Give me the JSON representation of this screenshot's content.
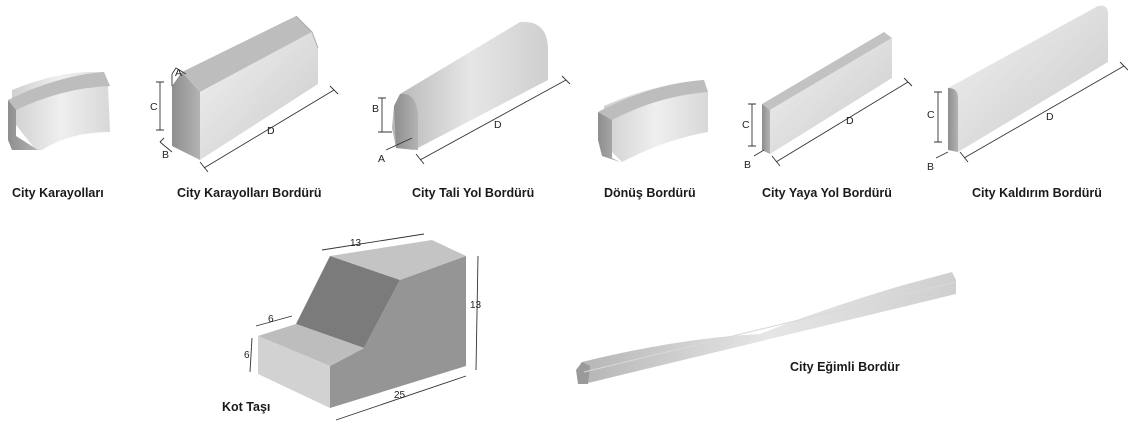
{
  "products": [
    {
      "id": "city-karayollari",
      "caption": "City Karayolları",
      "dims": []
    },
    {
      "id": "city-karayollari-borduru",
      "caption": "City Karayolları Bordürü",
      "dims": [
        "A",
        "B",
        "C",
        "D"
      ]
    },
    {
      "id": "city-tali-yol-borduru",
      "caption": "City Tali Yol Bordürü",
      "dims": [
        "A",
        "B",
        "D"
      ]
    },
    {
      "id": "donus-borduru",
      "caption": "Dönüş Bordürü",
      "dims": []
    },
    {
      "id": "city-yaya-yol-borduru",
      "caption": "City Yaya Yol Bordürü",
      "dims": [
        "B",
        "C",
        "D"
      ]
    },
    {
      "id": "city-kaldirim-borduru",
      "caption": "City Kaldırım Bordürü",
      "dims": [
        "B",
        "C",
        "D"
      ]
    },
    {
      "id": "kot-tasi",
      "caption": "Kot Taşı",
      "dims": [
        "13",
        "13",
        "6",
        "6",
        "25"
      ]
    },
    {
      "id": "city-egimli-bordur",
      "caption": "City Eğimli Bordür",
      "dims": []
    }
  ],
  "colors": {
    "face_light": "#e4e4e4",
    "face_mid": "#c7c7c7",
    "face_dark": "#9a9a9a",
    "kot_dark": "#7b7b7b",
    "kot_mid": "#959595",
    "kot_light": "#c4c4c4"
  }
}
